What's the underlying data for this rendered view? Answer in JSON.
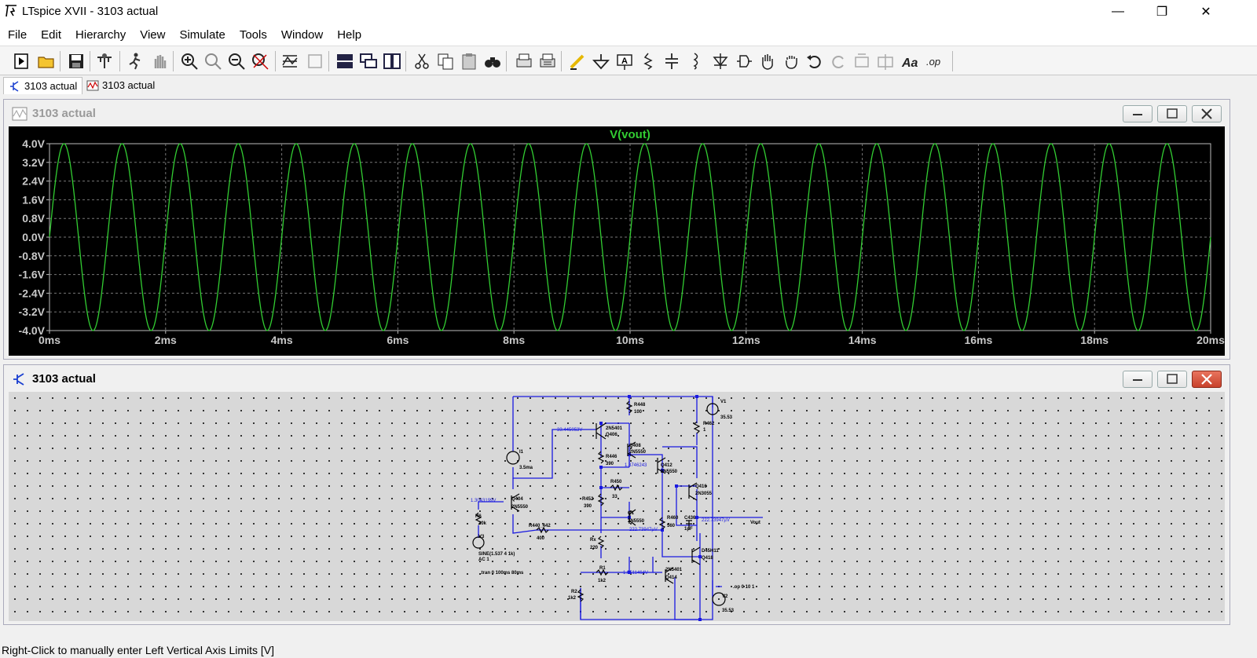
{
  "window": {
    "title": "LTspice XVII - 3103 actual"
  },
  "menu": [
    "File",
    "Edit",
    "Hierarchy",
    "View",
    "Simulate",
    "Tools",
    "Window",
    "Help"
  ],
  "tabs": [
    {
      "label": "3103 actual",
      "icon": "schematic-icon",
      "active": true
    },
    {
      "label": "3103 actual",
      "icon": "waveform-icon",
      "active": false
    }
  ],
  "waveform_window": {
    "caption": "3103 actual",
    "trace_name": "V(vout)",
    "trace_color": "#32cd32"
  },
  "schematic_window": {
    "caption": "3103 actual",
    "labels": {
      "v1": "V1",
      "v1val": "35.53",
      "v2": "V2",
      "v2val": "35.53",
      "v3": "V3",
      "v3val": "SINE(1.537 4 1k)",
      "v3ac": "AC 1",
      "tran": ".tran 0 100ms 80ms",
      "op": ".op 0 10 1",
      "i1": "I1",
      "i1val": "3.5ma",
      "q406": "Q406",
      "q406m": "2N5401",
      "q408": "Q408",
      "q408m": "2N5550",
      "q412": "Q412",
      "q412m": "2N5550",
      "q416": "Q416",
      "q416m": "2N3055",
      "q404": "Q404",
      "q404m": "2N5550",
      "q1": "Q1",
      "q1m": "2N5550",
      "q418": "Q418",
      "q418m": "D45H11",
      "q414": "Q414",
      "q414m": "2N5401",
      "r448": "R448",
      "r448v": "100",
      "r462": "R462",
      "r462v": "1",
      "r446": "R446",
      "r446v": "390",
      "r450": "R450",
      "r450v": "33",
      "r452": "R452",
      "r452v": "390",
      "r460": "R460",
      "r460v": "560",
      "c436": "C436",
      "c436v": "1pF",
      "r440": "R440_442",
      "r440v": "400",
      "rx": "Rx",
      "rxv": "220",
      "r1": "R1",
      "r1v": "1k2",
      "r2": "R2",
      "r2v": "1k2",
      "r6": "R6",
      "r6v": "30k",
      "n1": "33.445053V",
      "n2": "1.3746243",
      "n3": "1.3043199V",
      "n4": "222.73947µV",
      "n5": "222.73947µV",
      "n6": "-1.0511464V",
      "vout": "Vout"
    }
  },
  "chart_data": {
    "type": "line",
    "title": "V(vout)",
    "xlabel": "",
    "ylabel": "",
    "x_ticks": [
      "0ms",
      "2ms",
      "4ms",
      "6ms",
      "8ms",
      "10ms",
      "12ms",
      "14ms",
      "16ms",
      "18ms",
      "20ms"
    ],
    "y_ticks": [
      "4.0V",
      "3.2V",
      "2.4V",
      "1.6V",
      "0.8V",
      "0.0V",
      "-0.8V",
      "-1.6V",
      "-2.4V",
      "-3.2V",
      "-4.0V"
    ],
    "xlim": [
      0,
      20
    ],
    "ylim": [
      -4.0,
      4.0
    ],
    "grid": true,
    "series": [
      {
        "name": "V(vout)",
        "function": "4*sin(2*pi*1k*t)",
        "amplitude": 4.0,
        "frequency_hz": 1000,
        "offset": 0.0,
        "color": "#32cd32"
      }
    ]
  },
  "status": {
    "text": "Right-Click to manually enter Left Vertical Axis Limits [V]"
  }
}
